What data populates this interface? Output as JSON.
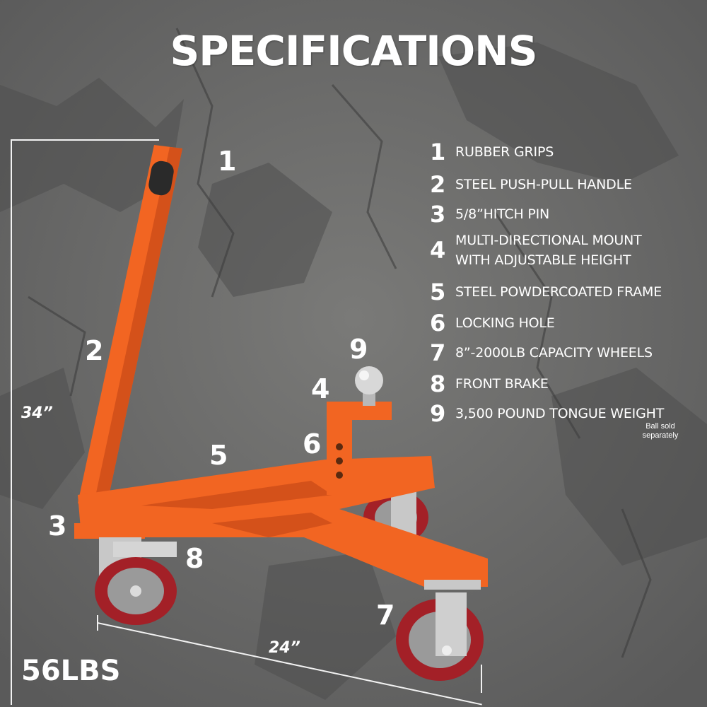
{
  "title": "SPECIFICATIONS",
  "specs": [
    {
      "num": "1",
      "text": "RUBBER GRIPS"
    },
    {
      "num": "2",
      "text": "STEEL PUSH-PULL HANDLE"
    },
    {
      "num": "3",
      "text": "5/8”HITCH PIN"
    },
    {
      "num": "4",
      "text": "MULTI-DIRECTIONAL MOUNT\nWITH ADJUSTABLE HEIGHT"
    },
    {
      "num": "5",
      "text": "STEEL POWDERCOATED FRAME"
    },
    {
      "num": "6",
      "text": "LOCKING HOLE"
    },
    {
      "num": "7",
      "text": "8”-2000LB CAPACITY WHEELS"
    },
    {
      "num": "8",
      "text": "FRONT BRAKE"
    },
    {
      "num": "9",
      "text": "3,500 POUND TONGUE WEIGHT"
    }
  ],
  "note": "Ball sold separately",
  "callouts": {
    "c1": "1",
    "c2": "2",
    "c3": "3",
    "c4": "4",
    "c5": "5",
    "c6": "6",
    "c7": "7",
    "c8": "8",
    "c9": "9"
  },
  "dimensions": {
    "height": "34”",
    "width": "24”",
    "weight": "56LBS"
  },
  "colors": {
    "frame": "#f26522",
    "wheel": "#b5232a",
    "background": "#6f6f6f"
  }
}
